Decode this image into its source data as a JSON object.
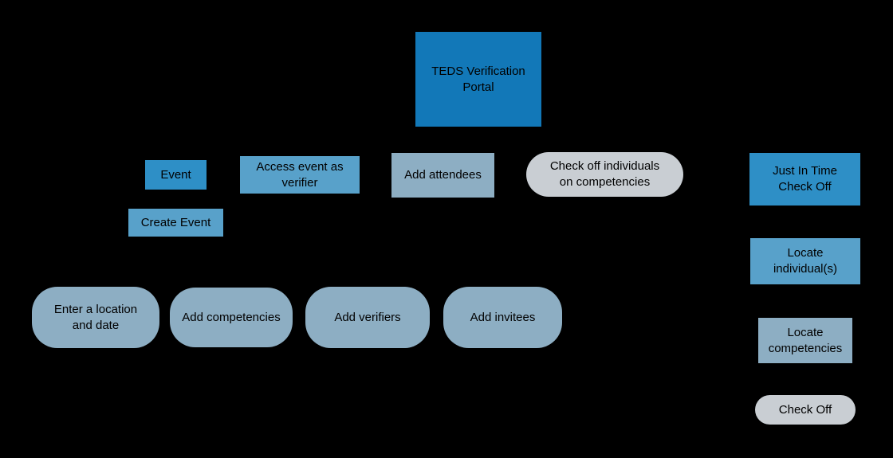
{
  "diagram": {
    "type": "flowchart",
    "background": "#000000",
    "colors": {
      "portal_blue": "#1278B8",
      "medium_blue": "#2E8FC6",
      "light_blue": "#58A1CA",
      "blue_gray": "#8DAEC3",
      "gray": "#C9CED3",
      "text": "#000000"
    },
    "nodes": {
      "portal": {
        "label": "TEDS Verification Portal",
        "shape": "rectangle",
        "color": "#1278B8"
      },
      "event": {
        "label": "Event",
        "shape": "rectangle",
        "color": "#2E8FC6"
      },
      "access_event": {
        "label": "Access event as verifier",
        "shape": "rectangle",
        "color": "#58A1CA"
      },
      "create_event": {
        "label": "Create Event",
        "shape": "rectangle",
        "color": "#58A1CA"
      },
      "add_attendees": {
        "label": "Add attendees",
        "shape": "rectangle",
        "color": "#8DAEC3"
      },
      "check_off_individuals": {
        "label": "Check off individuals on competencies",
        "shape": "pill",
        "color": "#C9CED3"
      },
      "jit_check_off": {
        "label": "Just In Time Check Off",
        "shape": "rectangle",
        "color": "#2E8FC6"
      },
      "locate_individuals": {
        "label": "Locate individual(s)",
        "shape": "rectangle",
        "color": "#58A1CA"
      },
      "locate_competencies": {
        "label": "Locate competencies",
        "shape": "rectangle",
        "color": "#8DAEC3"
      },
      "check_off": {
        "label": "Check Off",
        "shape": "pill",
        "color": "#C9CED3"
      },
      "enter_location_date": {
        "label": "Enter a location and date",
        "shape": "rounded",
        "color": "#8DAEC3"
      },
      "add_competencies": {
        "label": "Add competencies",
        "shape": "rounded",
        "color": "#8DAEC3"
      },
      "add_verifiers": {
        "label": "Add verifiers",
        "shape": "rounded",
        "color": "#8DAEC3"
      },
      "add_invitees": {
        "label": "Add invitees",
        "shape": "rounded",
        "color": "#8DAEC3"
      }
    }
  }
}
